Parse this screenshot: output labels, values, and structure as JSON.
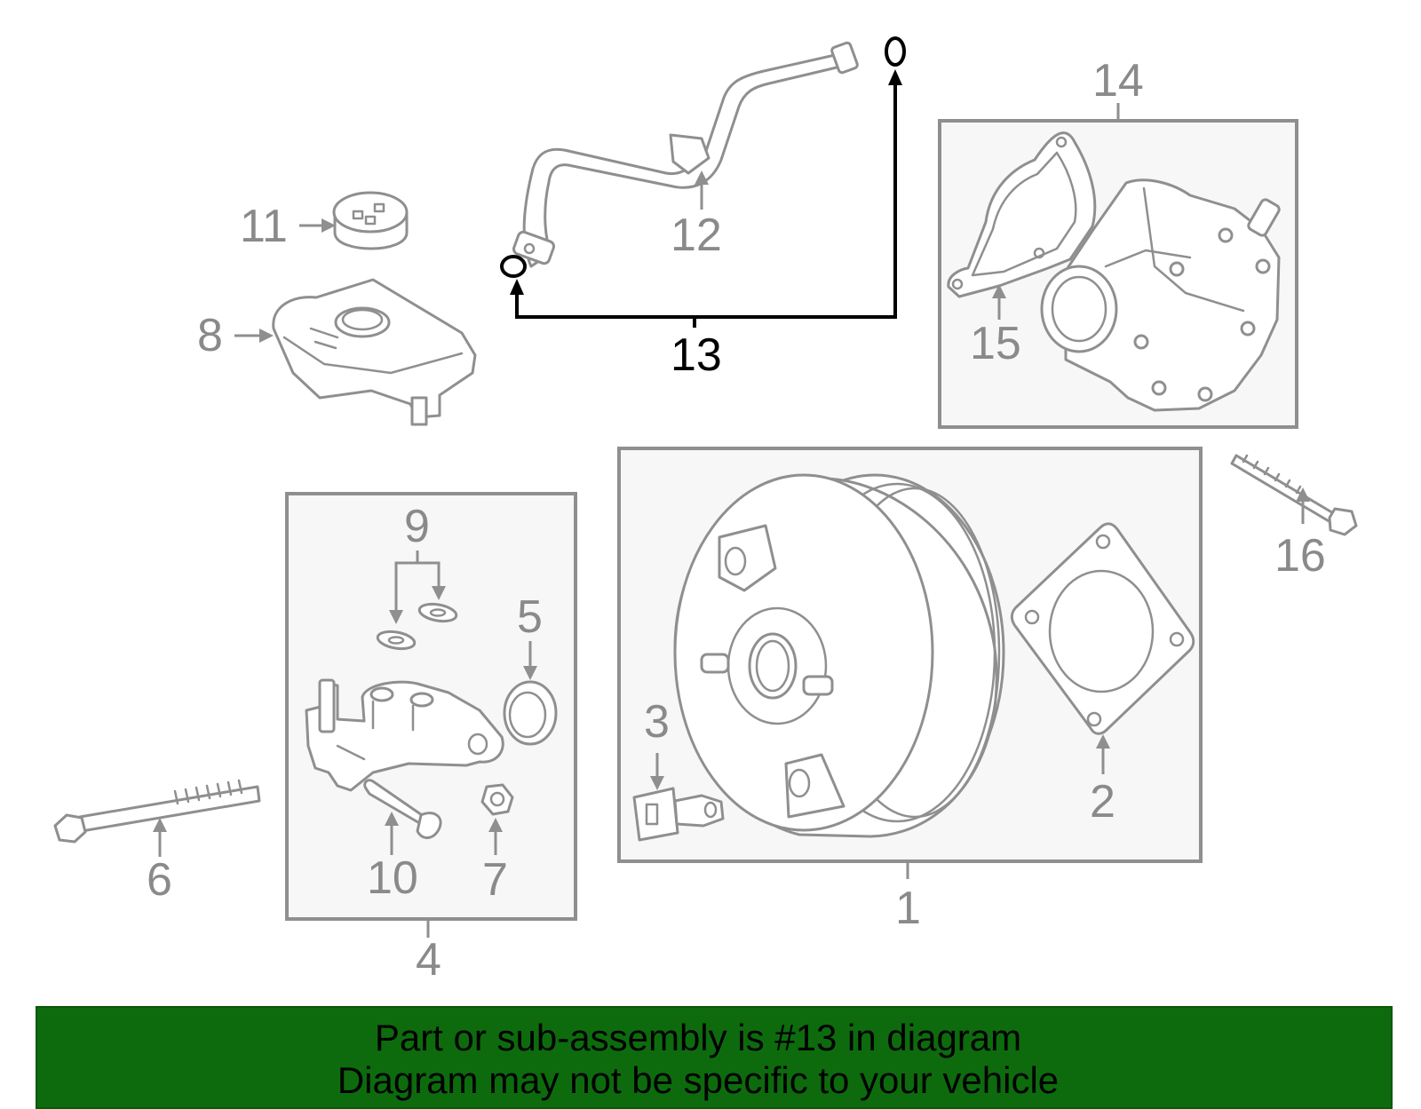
{
  "diagram": {
    "callouts": {
      "c1": "1",
      "c2": "2",
      "c3": "3",
      "c4": "4",
      "c5": "5",
      "c6": "6",
      "c7": "7",
      "c8": "8",
      "c9": "9",
      "c10": "10",
      "c11": "11",
      "c12": "12",
      "c13": "13",
      "c14": "14",
      "c15": "15",
      "c16": "16"
    },
    "highlighted_callout": "13",
    "highlight_color": "#000000",
    "part_line_color": "#8f8f8f"
  },
  "banner": {
    "line1": "Part or sub-assembly is #13 in diagram",
    "line2": "Diagram may not be specific to your vehicle",
    "background_color": "#0d6b0d"
  }
}
